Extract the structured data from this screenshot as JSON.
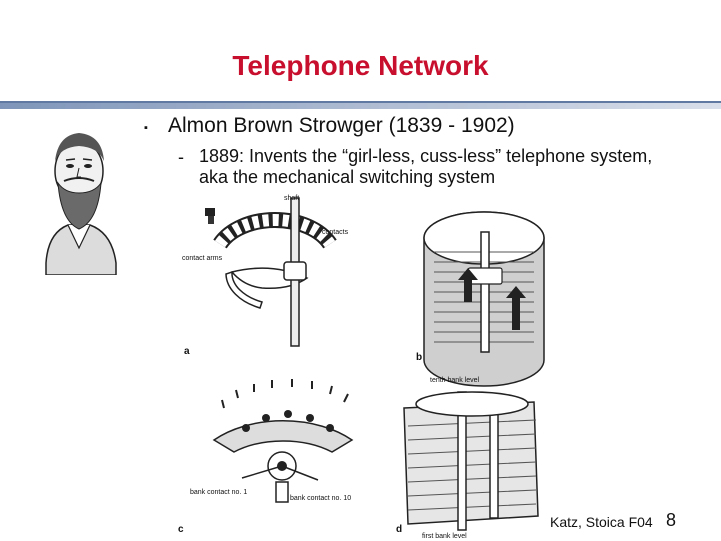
{
  "slide": {
    "title": "Telephone Network",
    "bullet": "Almon Brown Strowger (1839 - 1902)",
    "sub_bullet": "1889: Invents the “girl-less, cuss-less” telephone system, aka the mechanical switching system",
    "footer": "Katz, Stoica F04",
    "page_number": "8",
    "bullet_marker": "▪",
    "dash_marker": "-"
  },
  "figure": {
    "labels": {
      "shaft": "shaft",
      "contacts": "contacts",
      "contact_arms": "contact arms",
      "tenth_bank_level": "tenth bank level",
      "bank_contact_1": "bank contact no. 1",
      "bank_contact_10": "bank contact no. 10",
      "first_bank_level": "first bank level"
    },
    "panels": [
      "a",
      "b",
      "c",
      "d"
    ]
  },
  "colors": {
    "title": "#c8102e",
    "rule": "#7e95b9"
  }
}
